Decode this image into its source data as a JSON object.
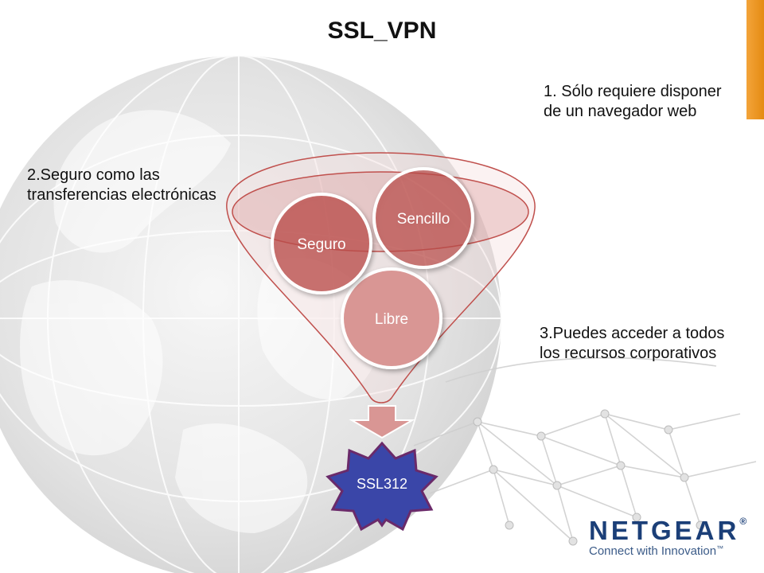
{
  "slide": {
    "title": "SSL_VPN",
    "notes": [
      "1. Sólo requiere disponer de un navegador web",
      "2.Seguro como las transferencias electrónicas",
      "3.Puedes acceder a todos los recursos corporativos"
    ]
  },
  "diagram": {
    "bubbles": [
      {
        "label": "Seguro",
        "color": "#c0504d"
      },
      {
        "label": "Sencillo",
        "color": "#c0504d"
      },
      {
        "label": "Libre",
        "color": "#d99694"
      }
    ],
    "device": {
      "label": "SSL312",
      "color": "#3a46a8"
    }
  },
  "brand": {
    "name": "NETGEAR",
    "registered": "®",
    "tagline": "Connect with Innovation",
    "trademark": "™"
  },
  "colors": {
    "accent": "#e8941c",
    "funnel_outline": "#c0504d",
    "brand_blue": "#1b3f78"
  },
  "icons": [
    "globe-network-background",
    "down-arrow-icon",
    "star-badge-icon"
  ]
}
